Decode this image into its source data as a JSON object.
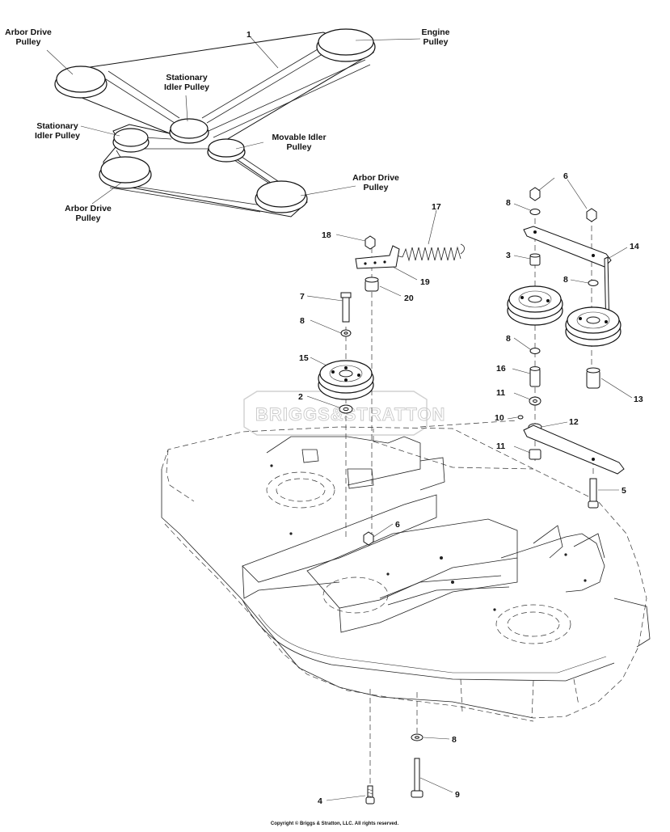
{
  "labels": {
    "arbor_drive_pulley_tl": "Arbor Drive\nPulley",
    "engine_pulley": "Engine\nPulley",
    "stationary_idler_top": "Stationary\nIdler Pulley",
    "stationary_idler_left": "Stationary\nIdler Pulley",
    "movable_idler": "Movable Idler\nPulley",
    "arbor_drive_pulley_bl": "Arbor Drive\nPulley",
    "arbor_drive_pulley_r": "Arbor Drive\nPulley"
  },
  "callouts": {
    "c1": "1",
    "c2": "2",
    "c3": "3",
    "c4": "4",
    "c5": "5",
    "c6a": "6",
    "c6b": "6",
    "c7": "7",
    "c8a": "8",
    "c8b": "8",
    "c8c": "8",
    "c8d": "8",
    "c8e": "8",
    "c9": "9",
    "c10": "10",
    "c11a": "11",
    "c11b": "11",
    "c12": "12",
    "c13": "13",
    "c14": "14",
    "c15": "15",
    "c16": "16",
    "c17": "17",
    "c18": "18",
    "c19": "19",
    "c20": "20"
  },
  "watermark": "BRIGGS&STRATTON",
  "copyright": "Copyright © Briggs & Stratton, LLC. All rights reserved."
}
